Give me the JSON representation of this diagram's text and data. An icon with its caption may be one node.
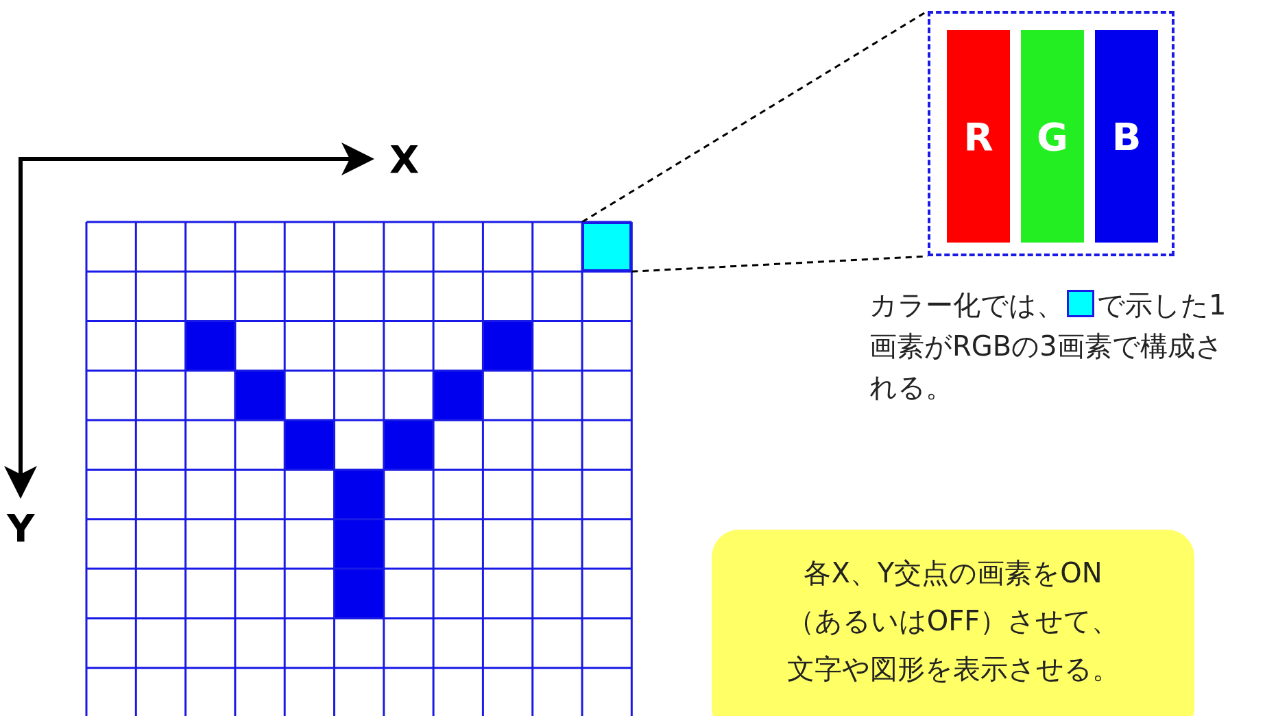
{
  "diagram": {
    "nodes": [
      {
        "text": [],
        "shape": "box"
      },
      {
        "text": [
          "R"
        ],
        "in": 0
      },
      {
        "text": [
          "G"
        ],
        "in": 0
      },
      {
        "text": [
          "B"
        ],
        "in": 0
      },
      {
        "text": [],
        "shape": "box"
      },
      {
        "text": [
          "各X、Y交点の画素をON（あるいはOFF）させて、文字や図形を表示させる。"
        ]
      }
    ],
    "edges": [
      {
        "from": 4,
        "to": 0,
        "arrow": "none",
        "style": "dashed"
      },
      {
        "from": 4,
        "to": 0,
        "arrow": "none",
        "style": "dashed"
      }
    ],
    "labels": [
      "X",
      "Y",
      "カラー化では、",
      "で示した1画素がRGBの3画素で構成される。"
    ]
  }
}
